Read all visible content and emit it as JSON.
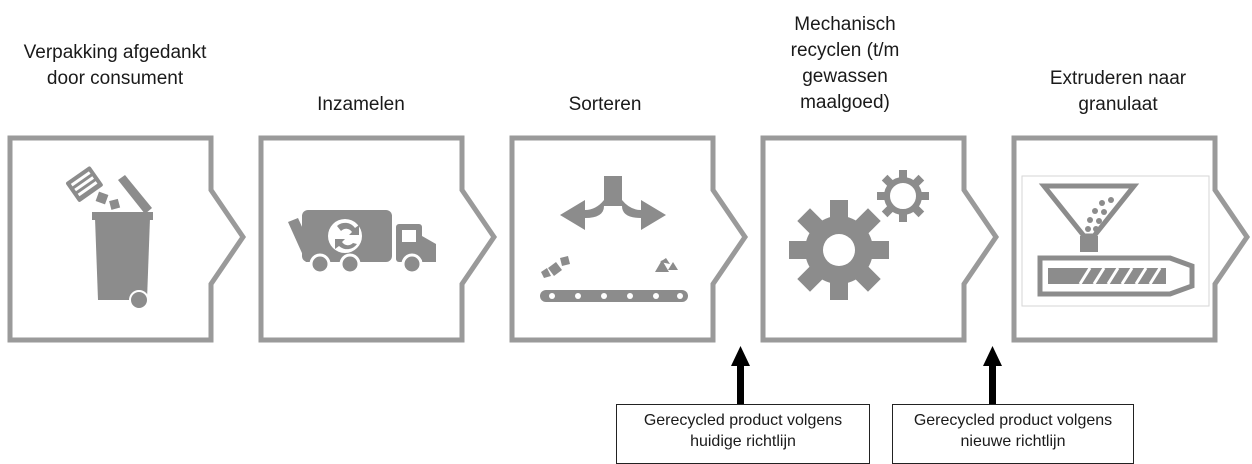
{
  "stages": [
    {
      "title": "Verpakking afgedankt door consument",
      "icon": "trash-bin-icon"
    },
    {
      "title": "Inzamelen",
      "icon": "recycling-truck-icon"
    },
    {
      "title": "Sorteren",
      "icon": "sorting-conveyor-icon"
    },
    {
      "title": "Mechanisch recyclen (t/m gewassen maalgoed)",
      "icon": "gears-icon"
    },
    {
      "title": "Extruderen naar granulaat",
      "icon": "extruder-hopper-icon"
    }
  ],
  "notes": {
    "current": "Gerecycled product volgens huidige richtlijn",
    "new": "Gerecycled product volgens nieuwe richtlijn"
  },
  "colors": {
    "frame": "#9a9a9a",
    "icon": "#8c8c8c",
    "arrow": "#000000"
  }
}
